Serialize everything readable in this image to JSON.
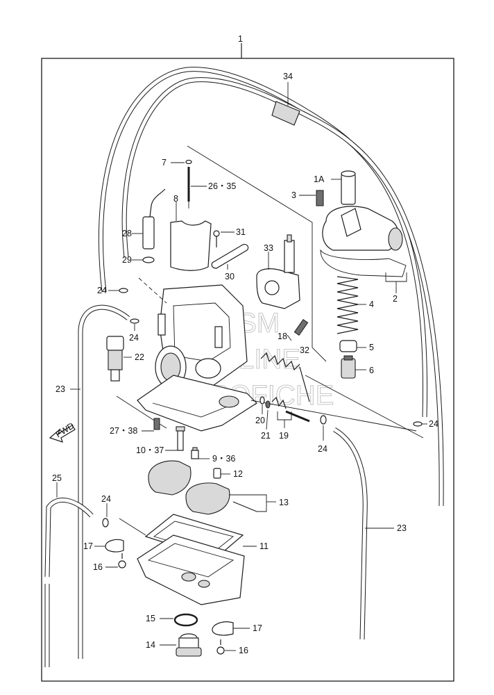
{
  "diagram": {
    "assembly_number": "1",
    "callouts": {
      "c34": "34",
      "c1a": "1A",
      "c3": "3",
      "c7": "7",
      "c26_35": "26・35",
      "c8": "8",
      "c28": "28",
      "c29": "29",
      "c31": "31",
      "c30": "30",
      "c33": "33",
      "c2": "2",
      "c4": "4",
      "c5": "5",
      "c6": "6",
      "c18": "18",
      "c32": "32",
      "c24_a": "24",
      "c24_b": "24",
      "c24_c": "24",
      "c24_d": "24",
      "c24_e": "24",
      "c22": "22",
      "c23_left": "23",
      "c23_right": "23",
      "c20": "20",
      "c21": "21",
      "c19": "19",
      "c27_38": "27・38",
      "c10_37": "10・37",
      "c9_36": "9・36",
      "c12": "12",
      "c13": "13",
      "c25": "25",
      "c17_a": "17",
      "c17_b": "17",
      "c16_a": "16",
      "c16_b": "16",
      "c11": "11",
      "c15": "15",
      "c14": "14"
    },
    "direction_label": "FWD",
    "watermark": {
      "line1": "HLSM",
      "line2": "ONLINE",
      "line3": "MICROFICHE"
    }
  }
}
